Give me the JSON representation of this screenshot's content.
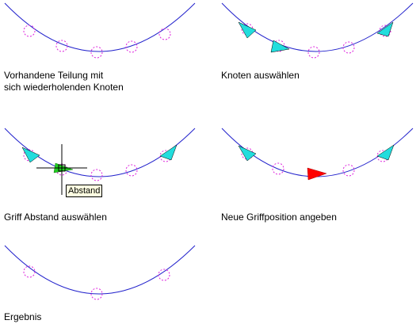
{
  "captions": {
    "step1_line1": "Vorhandene Teilung mit",
    "step1_line2": "sich wiederholenden Knoten",
    "step2": "Knoten auswählen",
    "step3": "Griff Abstand auswählen",
    "step4": "Neue Griffposition angeben",
    "step5": "Ergebnis"
  },
  "tooltip": "Abstand",
  "colors": {
    "curve": "#2222cc",
    "node_marker": "#dd22dd",
    "grip": "#22dddd",
    "selected_grip": "#22cc22",
    "active_grip": "#ff0000",
    "crosshair": "#000000",
    "tooltip_bg": "#ffffe1"
  },
  "icons": [
    "triangle-grip-icon",
    "node-circle-icon",
    "crosshair-cursor-icon"
  ]
}
